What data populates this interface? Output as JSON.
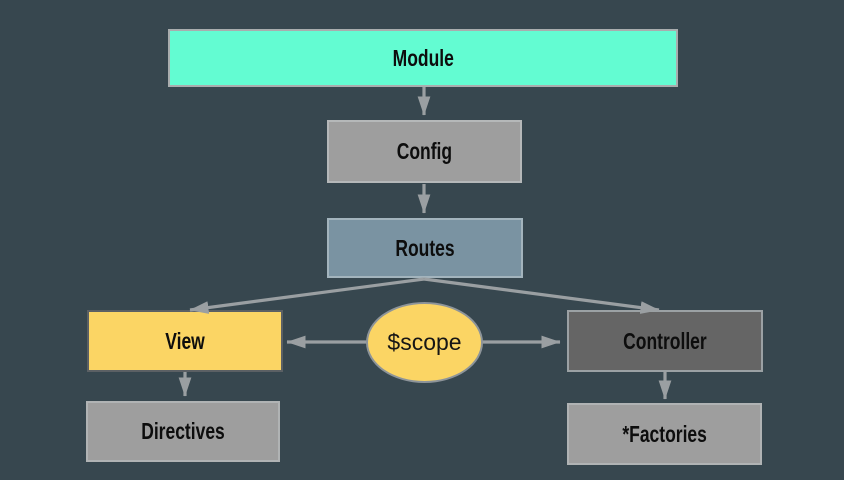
{
  "diagram": {
    "background_color": "#37474f",
    "arrow_color": "#9a9fa2",
    "text_color": "#0d0d0d",
    "nodes": {
      "module": {
        "label": "Module",
        "fill": "#63fcd2",
        "border": "#a9adae",
        "shape": "rect"
      },
      "config": {
        "label": "Config",
        "fill": "#9e9e9e",
        "border": "#b5b8b9",
        "shape": "rect"
      },
      "routes": {
        "label": "Routes",
        "fill": "#7a93a2",
        "border": "#a3b4bd",
        "shape": "rect"
      },
      "view": {
        "label": "View",
        "fill": "#fbd564",
        "border": "#5b6064",
        "shape": "rect"
      },
      "scope": {
        "label": "$scope",
        "fill": "#fbd564",
        "border": "#8d9499",
        "shape": "ellipse"
      },
      "controller": {
        "label": "Controller",
        "fill": "#656565",
        "border": "#9ba1a4",
        "shape": "rect"
      },
      "directives": {
        "label": "Directives",
        "fill": "#9e9e9e",
        "border": "#b0b3b4",
        "shape": "rect"
      },
      "factories": {
        "label": "*Factories",
        "fill": "#9e9e9e",
        "border": "#b0b3b4",
        "shape": "rect"
      }
    },
    "edges": [
      {
        "from": "module",
        "to": "config"
      },
      {
        "from": "config",
        "to": "routes"
      },
      {
        "from": "routes",
        "to": "view"
      },
      {
        "from": "routes",
        "to": "controller"
      },
      {
        "from": "scope",
        "to": "view"
      },
      {
        "from": "scope",
        "to": "controller"
      },
      {
        "from": "view",
        "to": "directives"
      },
      {
        "from": "controller",
        "to": "factories"
      }
    ]
  }
}
